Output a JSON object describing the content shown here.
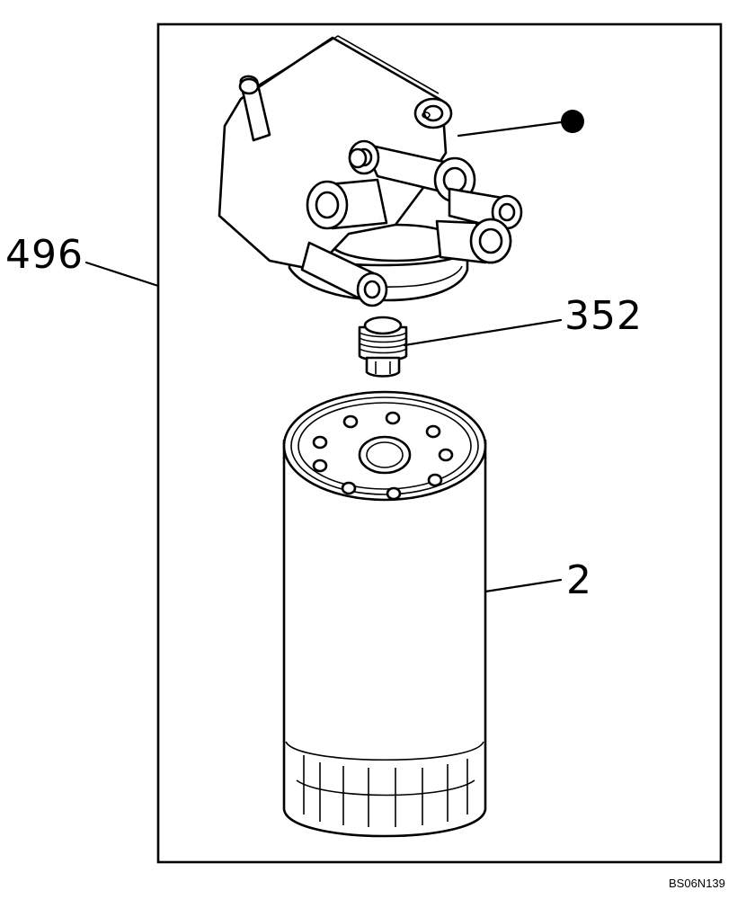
{
  "callouts": {
    "assembly": "496",
    "fitting": "352",
    "filter": "2"
  },
  "drawing_code": "BS06N139",
  "icons": {
    "note_marker": "filled-circle-icon"
  }
}
